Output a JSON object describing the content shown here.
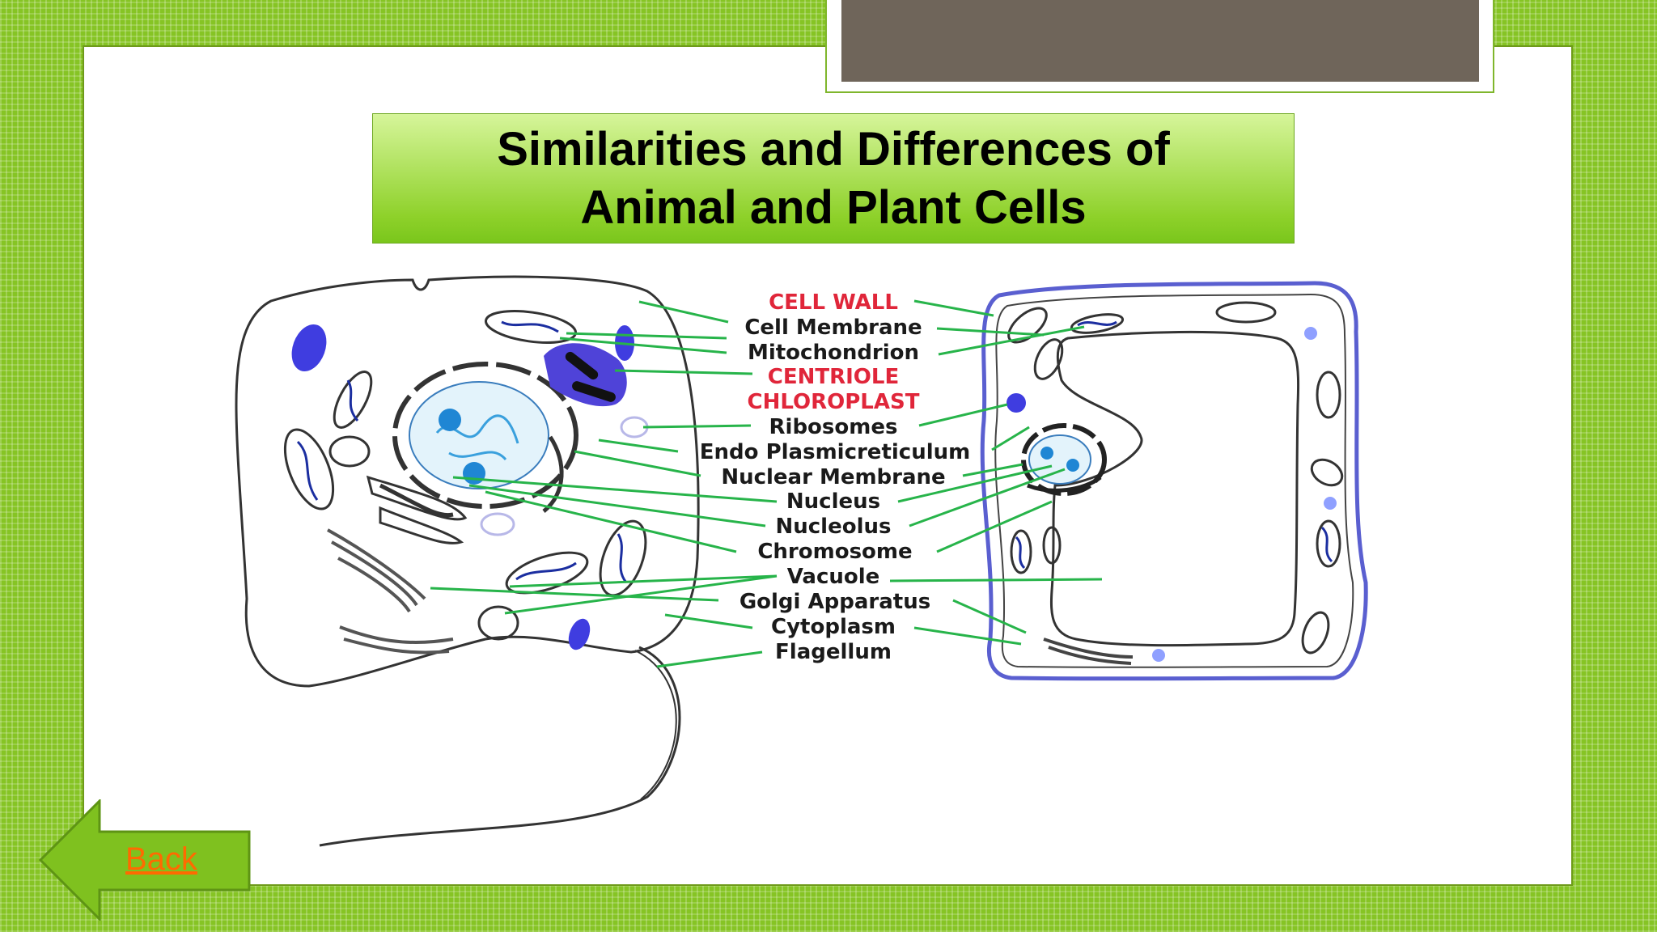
{
  "title": "Similarities and Differences of\nAnimal and Plant Cells",
  "labels": {
    "cell_wall": "CELL WALL",
    "cell_membrane": "Cell Membrane",
    "mitochondrion": "Mitochondrion",
    "centriole": "CENTRIOLE",
    "chloroplast": "CHLOROPLAST",
    "ribosomes": "Ribosomes",
    "endo_plasmic": "Endo Plasmicreticulum",
    "nuclear_membrane": "Nuclear Membrane",
    "nucleus": "Nucleus",
    "nucleolus": "Nucleolus",
    "chromosome": "Chromosome",
    "vacuole": "Vacuole",
    "golgi": "Golgi Apparatus",
    "cytoplasm": "Cytoplasm",
    "flagellum": "Flagellum"
  },
  "back_link": "Back",
  "colors": {
    "background": "#86c424",
    "header_box": "#6f655a",
    "label_red": "#e0263a",
    "leader_line": "#27b44a",
    "plant_wall": "#5a5fd0",
    "link": "#ff6a00"
  }
}
